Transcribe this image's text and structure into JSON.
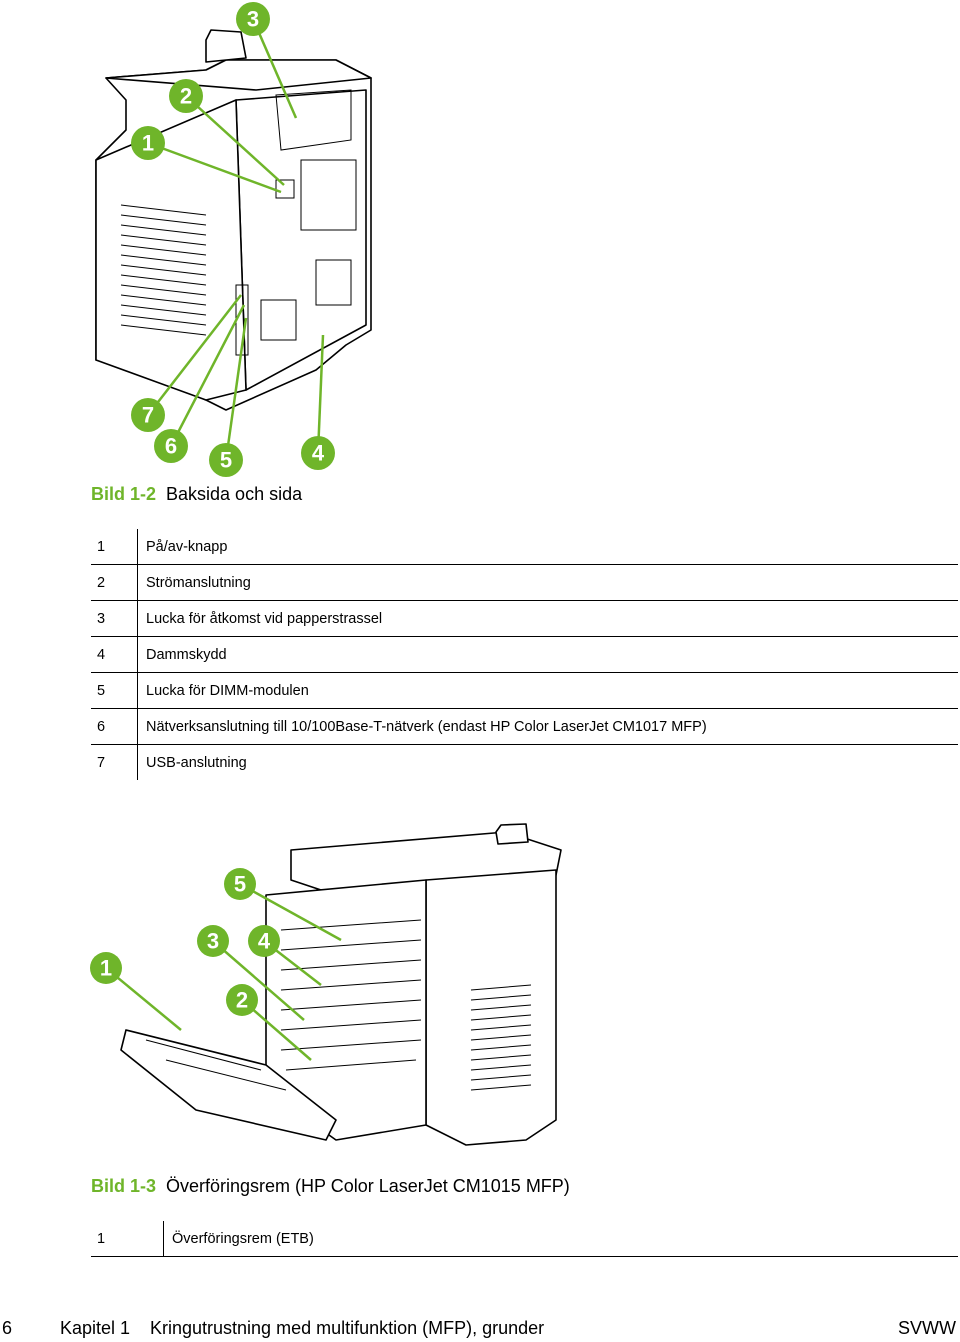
{
  "figure1": {
    "caption_label": "Bild 1-2",
    "caption_text": "Baksida och sida",
    "callouts": [
      "1",
      "2",
      "3",
      "4",
      "5",
      "6",
      "7"
    ]
  },
  "legend1": [
    {
      "num": "1",
      "text": "På/av-knapp"
    },
    {
      "num": "2",
      "text": "Strömanslutning"
    },
    {
      "num": "3",
      "text": "Lucka för åtkomst vid papperstrassel"
    },
    {
      "num": "4",
      "text": "Dammskydd"
    },
    {
      "num": "5",
      "text": "Lucka för DIMM-modulen"
    },
    {
      "num": "6",
      "text": "Nätverksanslutning till 10/100Base-T-nätverk (endast HP Color LaserJet CM1017 MFP)"
    },
    {
      "num": "7",
      "text": "USB-anslutning"
    }
  ],
  "figure2": {
    "caption_label": "Bild 1-3",
    "caption_text": "Överföringsrem (HP Color LaserJet CM1015 MFP)",
    "callouts": [
      "1",
      "2",
      "3",
      "4",
      "5"
    ]
  },
  "legend2": [
    {
      "num": "1",
      "text": "Överföringsrem (ETB)"
    }
  ],
  "footer": {
    "page_number": "6",
    "chapter": "Kapitel 1",
    "chapter_title": "Kringutrustning med multifunktion (MFP), grunder",
    "right_label": "SVWW"
  },
  "colors": {
    "accent": "#6fb52a"
  }
}
